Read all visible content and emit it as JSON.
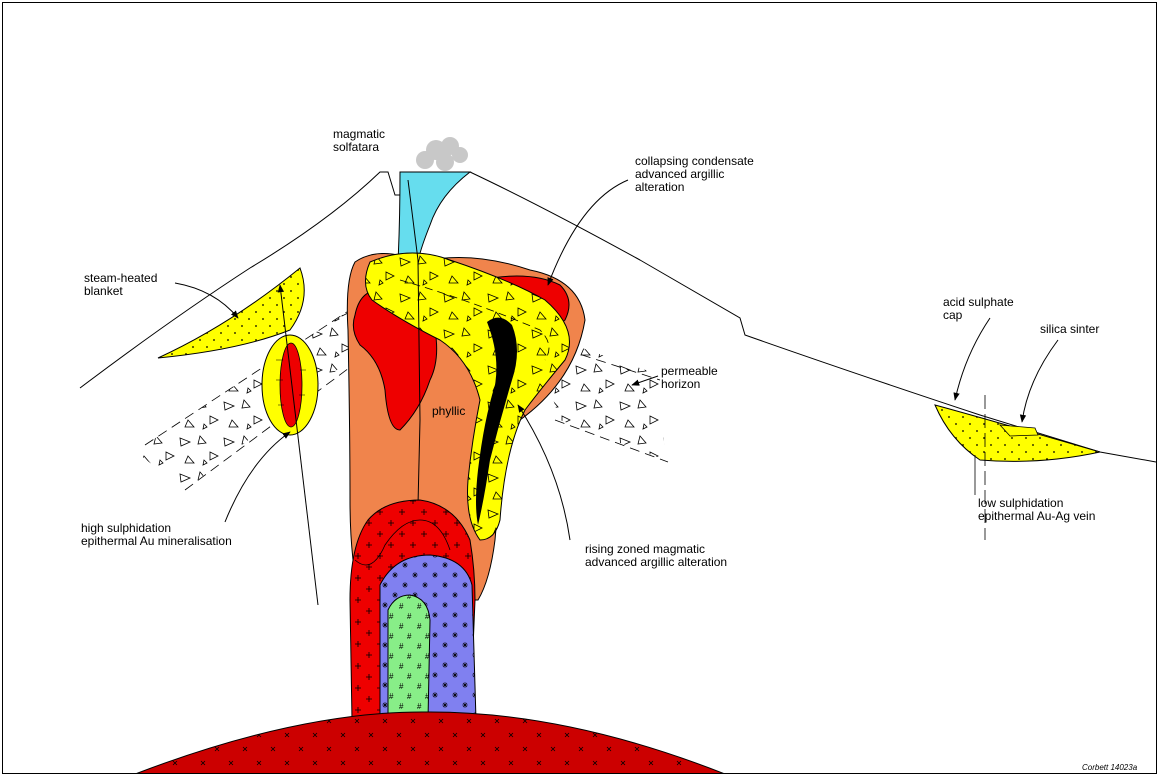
{
  "labels": {
    "magmatic_solfatara": "magmatic\nsolfatara",
    "collapsing_condensate": "collapsing condensate\nadvanced argillic\nalteration",
    "steam_heated_blanket": "steam-heated\nblanket",
    "acid_sulphate_cap": "acid sulphate\ncap",
    "silica_sinter": "silica sinter",
    "permeable_horizon": "permeable\nhorizon",
    "phyllic": "phyllic",
    "high_sulphidation": "high sulphidation\nepithermal Au mineralisation",
    "rising_zoned": "rising zoned magmatic\nadvanced argillic alteration",
    "low_sulphidation": "low sulphidation\nepithermal Au-Ag vein",
    "credit": "Corbett 14023a"
  },
  "colors": {
    "yellow": "#ffff00",
    "red": "#ee0000",
    "dark_red": "#cc0000",
    "orange": "#f0844c",
    "cyan": "#66ddee",
    "blue": "#8080f0",
    "green": "#88ee88",
    "black": "#000000",
    "steam": "#c8c8c8"
  }
}
